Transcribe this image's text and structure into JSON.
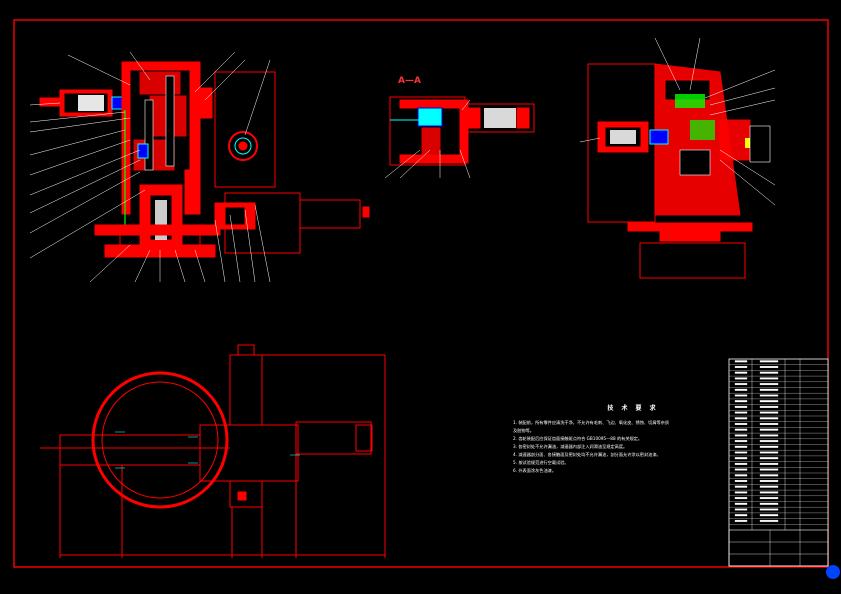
{
  "drawing": {
    "background": "#000000",
    "line_color": "#ff0000",
    "highlight_colors": [
      "#00ff00",
      "#00ffff",
      "#0000ff",
      "#ffff00"
    ],
    "section_label": "A—A"
  },
  "technical_requirements": {
    "heading": "技 术 要 求",
    "items": [
      "1. 装配前，所有零件应清洗干净，不允许有毛刺、飞边、氧化皮、锈蚀、切屑等杂质",
      "   及脏物等。",
      "2. 齿轮装配后应保证齿面接触斑点符合 GB10095—88 的有关规定。",
      "3. 各密封处不允许漏油，减速器内部注入润滑油至规定高度。",
      "4. 减速器剖分面、各接触面及密封处均不允许漏油，剖分面允许涂以密封油漆。",
      "5. 按试验规范进行空载试验。",
      "6. 外表面涂灰色油漆。"
    ]
  },
  "title_block": {
    "rows": 30
  }
}
